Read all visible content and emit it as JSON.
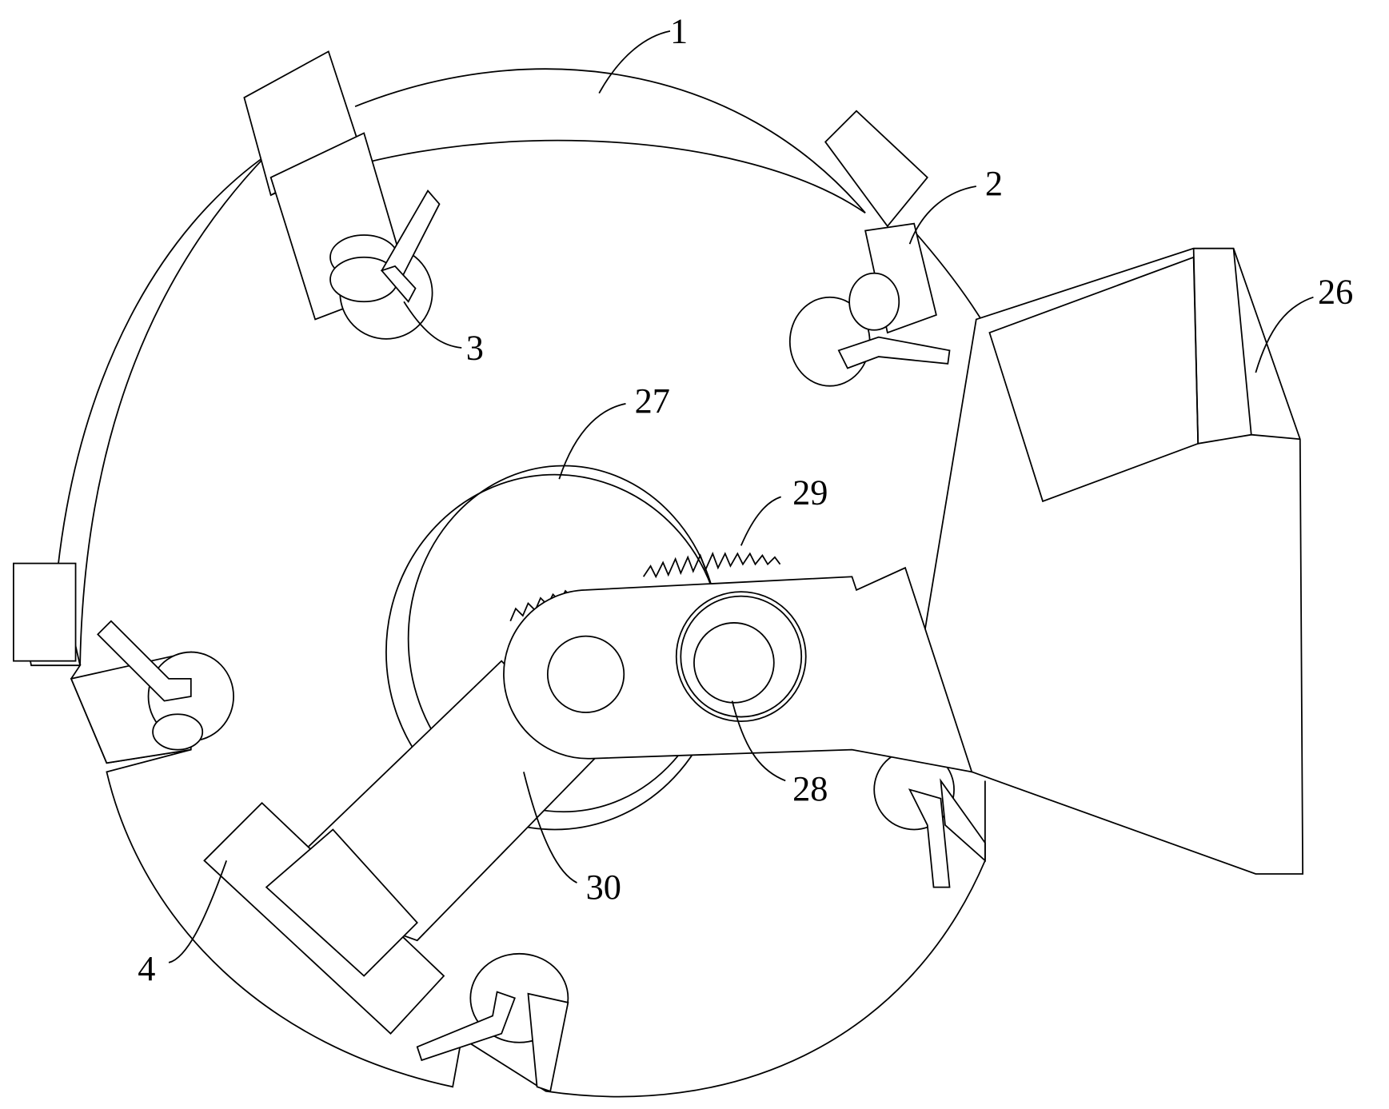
{
  "figure": {
    "type": "patent line drawing",
    "labels": {
      "l1": "1",
      "l2": "2",
      "l3": "3",
      "l4": "4",
      "l26": "26",
      "l27": "27",
      "l28": "28",
      "l29": "29",
      "l30": "30"
    }
  }
}
